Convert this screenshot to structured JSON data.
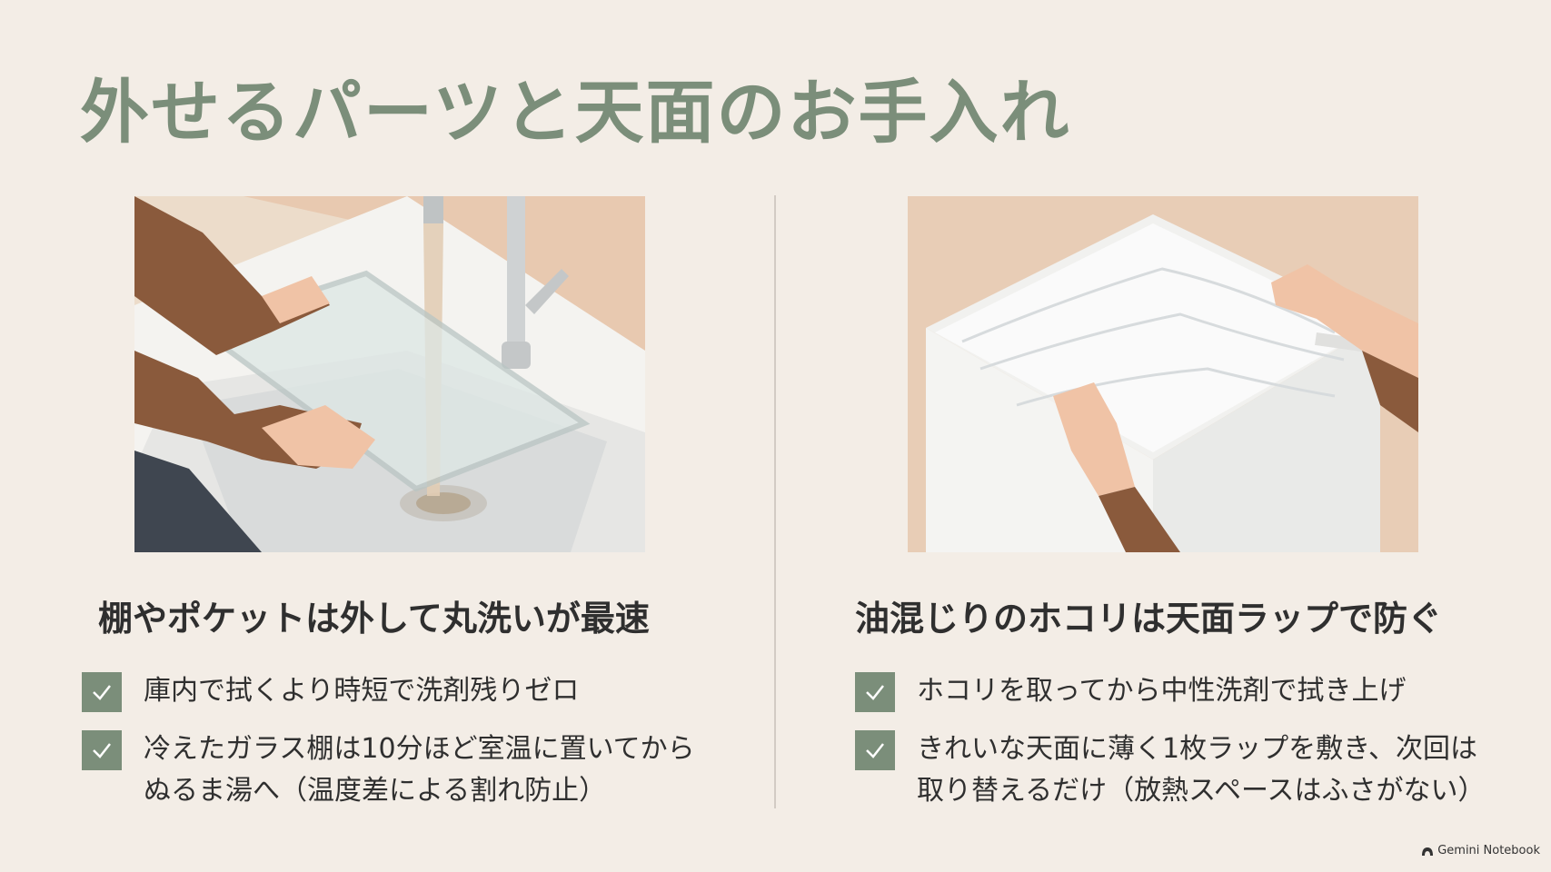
{
  "title": "外せるパーツと天面のお手入れ",
  "left": {
    "subtitle": "棚やポケットは外して丸洗いが最速",
    "bullets": [
      {
        "line1": "庫内で拭くより時短で洗剤残りゼロ",
        "line2": ""
      },
      {
        "line1": "冷えたガラス棚は10分ほど室温に置いてから",
        "line2": "ぬるま湯へ（温度差による割れ防止）"
      }
    ]
  },
  "right": {
    "subtitle": "油混じりのホコリは天面ラップで防ぐ",
    "bullets": [
      {
        "line1": "ホコリを取ってから中性洗剤で拭き上げ",
        "line2": ""
      },
      {
        "line1": "きれいな天面に薄く1枚ラップを敷き、次回は",
        "line2": "取り替えるだけ（放熱スペースはふさがない）"
      }
    ]
  },
  "brand": "Gemini Notebook",
  "icons": {
    "bullet": "check-icon",
    "brand": "gemini-logo-icon"
  },
  "colors": {
    "accent": "#7b8e7a",
    "background": "#f3ede6",
    "text": "#2f2f2f"
  }
}
